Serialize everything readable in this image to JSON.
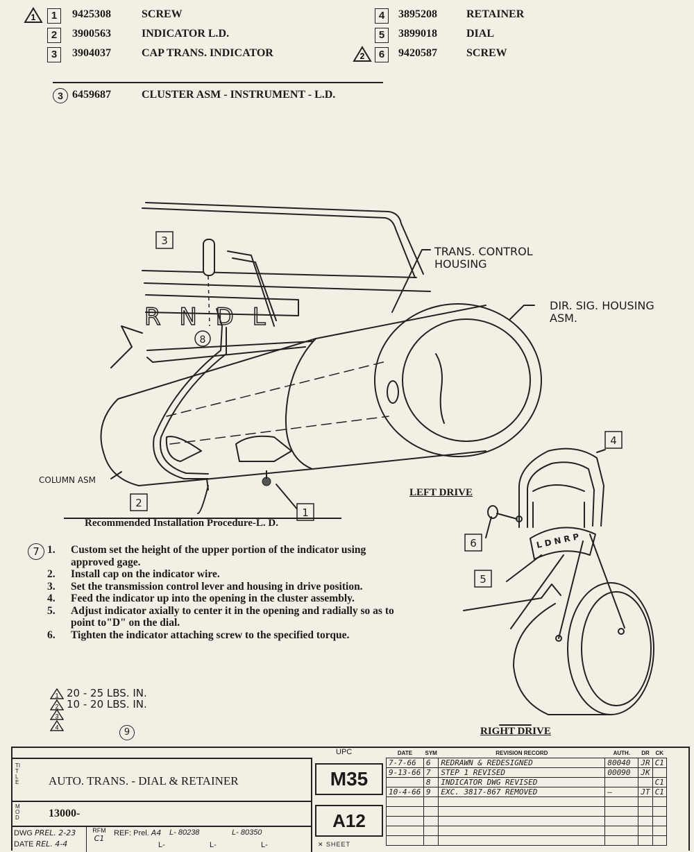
{
  "parts_list": [
    {
      "num": "1",
      "part_no": "9425308",
      "name": "SCREW",
      "note_flag": "1"
    },
    {
      "num": "2",
      "part_no": "3900563",
      "name": "INDICATOR L.D."
    },
    {
      "num": "3",
      "part_no": "3904037",
      "name": "CAP TRANS. INDICATOR"
    },
    {
      "num": "4",
      "part_no": "3895208",
      "name": "RETAINER"
    },
    {
      "num": "5",
      "part_no": "3899018",
      "name": "DIAL"
    },
    {
      "num": "6",
      "part_no": "9420587",
      "name": "SCREW",
      "note_flag": "2"
    }
  ],
  "assembly": {
    "marker": "3",
    "part_no": "6459687",
    "name": "CLUSTER ASM - INSTRUMENT - L.D."
  },
  "diagram": {
    "labels": {
      "trans_control_housing": "TRANS. CONTROL\nHOUSING",
      "dir_sig_housing": "DIR. SIG. HOUSING\nASM.",
      "column_asm": "COLUMN ASM",
      "dial_letters": "R N D L",
      "retainer_dial_letters": "L D N R P",
      "left_drive": "LEFT DRIVE",
      "right_drive": "RIGHT DRIVE",
      "procedure_title": "Recommended Installation Procedure-L. D.",
      "callout_8": "8",
      "callout_9": "9"
    },
    "callouts": [
      "1",
      "2",
      "3",
      "4",
      "5",
      "6"
    ]
  },
  "procedure": {
    "marker": "7",
    "steps": [
      {
        "n": "1.",
        "text": "Custom set the height of the upper portion of the indicator using approved gage."
      },
      {
        "n": "2.",
        "text": "Install cap on the indicator wire."
      },
      {
        "n": "3.",
        "text": "Set the transmission control lever and housing in drive position."
      },
      {
        "n": "4.",
        "text": "Feed the indicator up into the opening in the cluster assembly."
      },
      {
        "n": "5.",
        "text": "Adjust indicator axially to center it in the opening and radially so as to point to\"D\" on the dial."
      },
      {
        "n": "6.",
        "text": "Tighten the indicator attaching screw to the specified torque."
      }
    ],
    "torques": [
      {
        "flag": "1",
        "value": "20 - 25 LBS. IN."
      },
      {
        "flag": "2",
        "value": "10 - 20 LBS. IN."
      },
      {
        "flag": "3",
        "value": ""
      },
      {
        "flag": "4",
        "value": ""
      }
    ]
  },
  "title_block": {
    "title_label": "TITLE",
    "title": "AUTO. TRANS. - DIAL & RETAINER",
    "mod_label": "MOD",
    "mod_value": "13000-",
    "dwg_label": "DWG",
    "dwg_value": "PREL. 2-23",
    "date_label": "DATE",
    "date_value": "REL. 4-4",
    "rfm_label": "RFM",
    "rfm_value": "C1",
    "ref_label": "REF: Prel.",
    "ref_value": "A4",
    "l_refs": [
      "L- 80238",
      "L- 80350",
      "L-",
      "L-",
      "L-"
    ],
    "upc_label": "UPC",
    "upc_code": "M35",
    "sheet_code": "A12",
    "sheet_label": "SHEET",
    "revision_headers": {
      "date": "DATE",
      "sym": "SYM",
      "record": "REVISION RECORD",
      "auth": "AUTH.",
      "dr": "DR",
      "ck": "CK"
    },
    "revisions": [
      {
        "date": "7-7-66",
        "sym": "6",
        "record": "REDRAWN & REDESIGNED",
        "auth": "80040",
        "dr": "JR",
        "ck": "C1"
      },
      {
        "date": "9-13-66",
        "sym": "7",
        "record": "STEP 1 REVISED",
        "auth": "00090",
        "dr": "JK",
        "ck": ""
      },
      {
        "date": "",
        "sym": "8",
        "record": "INDICATOR DWG REVISED",
        "auth": "",
        "dr": "",
        "ck": "C1"
      },
      {
        "date": "10-4-66",
        "sym": "9",
        "record": "EXC. 3817-867 REMOVED",
        "auth": "—",
        "dr": "JT",
        "ck": "C1"
      }
    ]
  }
}
